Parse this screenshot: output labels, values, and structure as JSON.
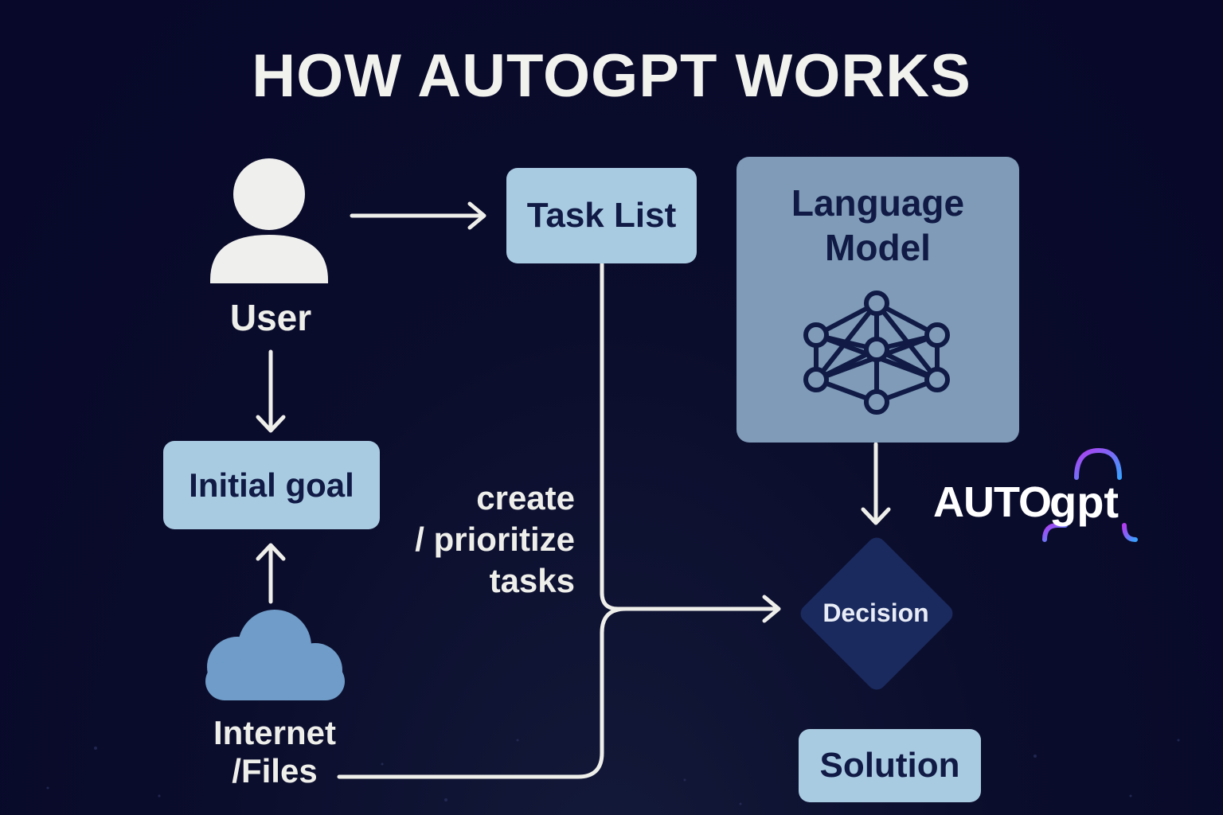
{
  "title": "HOW AUTOGPT WORKS",
  "nodes": {
    "user": "User",
    "initial_goal": "Initial goal",
    "internet_files": "Internet\n/Files",
    "task_list": "Task List",
    "language_model": "Language\nModel",
    "decision": "Decision",
    "solution": "Solution"
  },
  "edge_labels": {
    "create_prioritize": "create\n/ prioritize\ntasks"
  },
  "brand": {
    "prefix": "AUTO",
    "suffix": "gpt"
  },
  "icons": [
    "user-icon",
    "cloud-icon",
    "neural-network-icon",
    "autogpt-logo"
  ],
  "colors": {
    "background": "#07082a",
    "box_light": "#a9cbe2",
    "box_model": "#7f9bb8",
    "decision": "#1a2a5e",
    "text_dark": "#101a45",
    "text_light": "#eeeeea",
    "logo_gradient_start": "#b23cf0",
    "logo_gradient_end": "#3aa0ff"
  }
}
